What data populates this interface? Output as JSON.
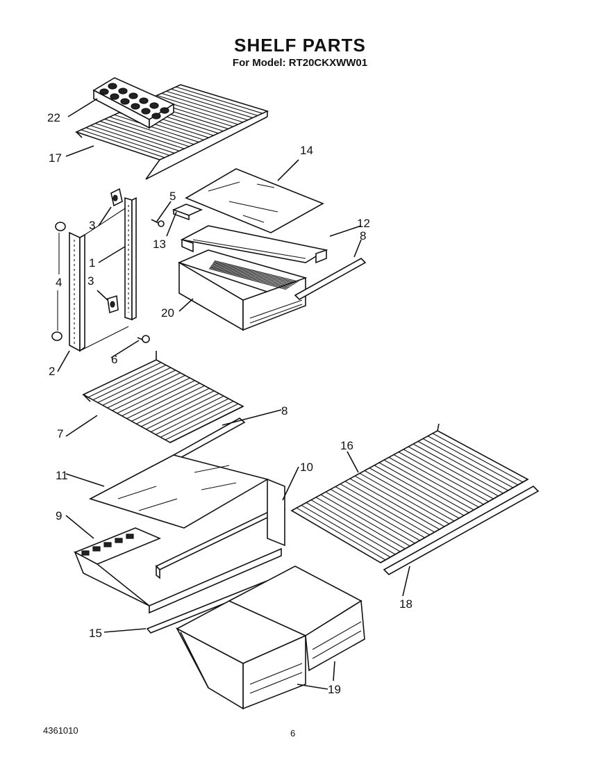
{
  "title": "SHELF PARTS",
  "subtitle": "For Model: RT20CKXWW01",
  "callouts": {
    "c1": "1",
    "c2": "2",
    "c3a": "3",
    "c3b": "3",
    "c4": "4",
    "c5": "5",
    "c6": "6",
    "c7": "7",
    "c8a": "8",
    "c8b": "8",
    "c9": "9",
    "c10": "10",
    "c11": "11",
    "c12": "12",
    "c13": "13",
    "c14": "14",
    "c15": "15",
    "c16": "16",
    "c17": "17",
    "c18": "18",
    "c19": "19",
    "c20": "20",
    "c22": "22"
  },
  "footer": {
    "doc_number": "4361010",
    "page_number": "6"
  }
}
